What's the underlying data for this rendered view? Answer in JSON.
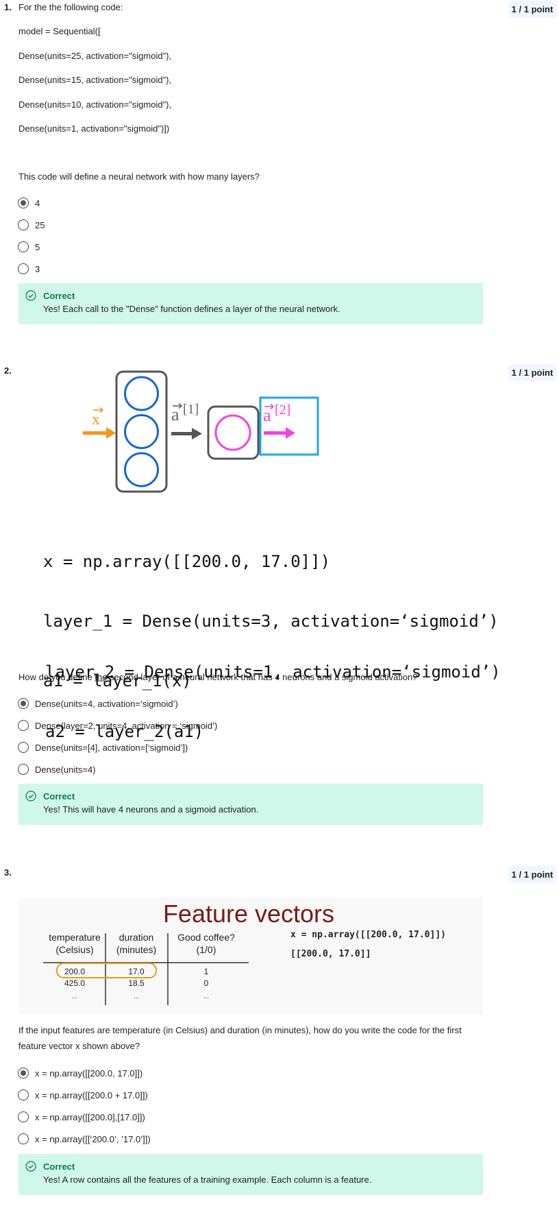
{
  "q1": {
    "number": "1.",
    "points": "1 / 1 point",
    "intro": "For the the following code:",
    "code_lines": [
      "model = Sequential([",
      " Dense(units=25, activation=\"sigmoid\"),",
      " Dense(units=15, activation=\"sigmoid\"),",
      " Dense(units=10, activation=\"sigmoid\"),",
      " Dense(units=1, activation=\"sigmoid\")])"
    ],
    "question": "This code will define a neural network with how many layers?",
    "options": [
      "4",
      "25",
      "5",
      "3"
    ],
    "selected": 0,
    "feedback_title": "Correct",
    "feedback_text": "Yes! Each call to the \"Dense\" function defines a layer of the neural network."
  },
  "q2": {
    "number": "2.",
    "points": "1 / 1 point",
    "diagram": {
      "x_label": "x",
      "a1_label": "a",
      "a1_sup": "[1]",
      "a2_label": "a",
      "a2_sup": "[2]",
      "colors": {
        "input_arrow": "#f7941d",
        "neurons": "#1565d8",
        "output_neuron": "#f542e0",
        "output_box": "#1ca7ec",
        "arrow_dark": "#555555"
      }
    },
    "code_block_1": [
      "x = np.array([[200.0, 17.0]])",
      "layer_1 = Dense(units=3, activation=‘sigmoid’)",
      "a1 = layer_1(x)"
    ],
    "code_block_2": [
      "layer_2 = Dense(units=1, activation=‘sigmoid’)",
      "a2 = layer_2(a1)"
    ],
    "question": "How do you define the second layer of a neural network that has 4 neurons and a sigmoid activation?",
    "options": [
      "Dense(units=4, activation=‘sigmoid’)",
      "Dense(layer=2, units=4, activation = ‘sigmoid’)",
      "Dense(units=[4], activation=[‘sigmoid’])",
      "Dense(units=4)"
    ],
    "selected": 0,
    "feedback_title": "Correct",
    "feedback_text": "Yes! This will have 4 neurons and a sigmoid activation."
  },
  "q3": {
    "number": "3.",
    "points": "1 / 1 point",
    "figure": {
      "title": "Feature vectors",
      "headers": [
        [
          "temperature",
          "(Celsius)"
        ],
        [
          "duration",
          "(minutes)"
        ],
        [
          "Good coffee?",
          "(1/0)"
        ]
      ],
      "rows": [
        [
          "200.0",
          "17.0",
          "1"
        ],
        [
          "425.0",
          "18.5",
          "0"
        ],
        [
          "...",
          "...",
          "..."
        ]
      ],
      "code_line": "x = np.array([[200.0, 17.0]])",
      "output_line": "[[200.0, 17.0]]",
      "colors": {
        "title": "#7a1a1a",
        "highlight": "#e0a020"
      }
    },
    "question_line1": "If the input features are temperature (in Celsius) and duration (in minutes), how do you write the code for the first",
    "question_line2": "feature vector x shown above?",
    "options": [
      "x = np.array([[200.0, 17.0]])",
      "x = np.array([[200.0 + 17.0]])",
      "x = np.array([[200.0],[17.0]])",
      "x = np.array([[‘200.0’, ’17.0’]])"
    ],
    "selected": 0,
    "feedback_title": "Correct",
    "feedback_text": "Yes! A row contains all the features of a training example. Each column is a feature."
  },
  "icons": {
    "check": "check-circle-icon",
    "radio": "radio-icon"
  },
  "colors": {
    "feedback_bg": "#cff8ea",
    "feedback_title": "#0c7a43",
    "points_bg": "#f0f6ff"
  }
}
